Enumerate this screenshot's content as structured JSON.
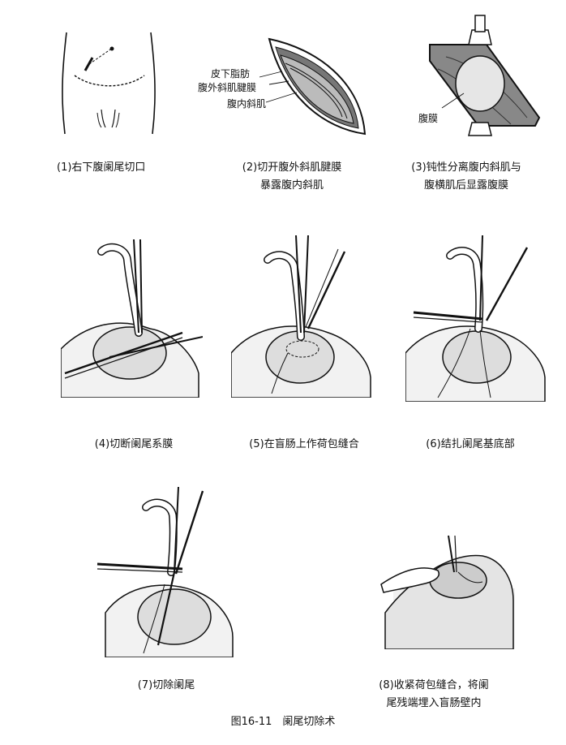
{
  "panels": [
    {
      "caption_lines": [
        "(1)右下腹阑尾切口"
      ]
    },
    {
      "caption_lines": [
        "(2)切开腹外斜肌腱膜",
        "暴露腹内斜肌"
      ],
      "labels": [
        "皮下脂肪",
        "腹外斜肌腱膜",
        "腹内斜肌"
      ]
    },
    {
      "caption_lines": [
        "(3)钝性分离腹内斜肌与",
        "腹横肌后显露腹膜"
      ],
      "labels": [
        "腹膜"
      ]
    },
    {
      "caption_lines": [
        "(4)切断阑尾系膜"
      ]
    },
    {
      "caption_lines": [
        "(5)在盲肠上作荷包缝合"
      ]
    },
    {
      "caption_lines": [
        "(6)结扎阑尾基底部"
      ]
    },
    {
      "caption_lines": [
        "(7)切除阑尾"
      ]
    },
    {
      "caption_lines": [
        "(8)收紧荷包缝合，将阑",
        "尾残端埋入盲肠壁内"
      ]
    }
  ],
  "figure_caption": "图16-11　阑尾切除术"
}
